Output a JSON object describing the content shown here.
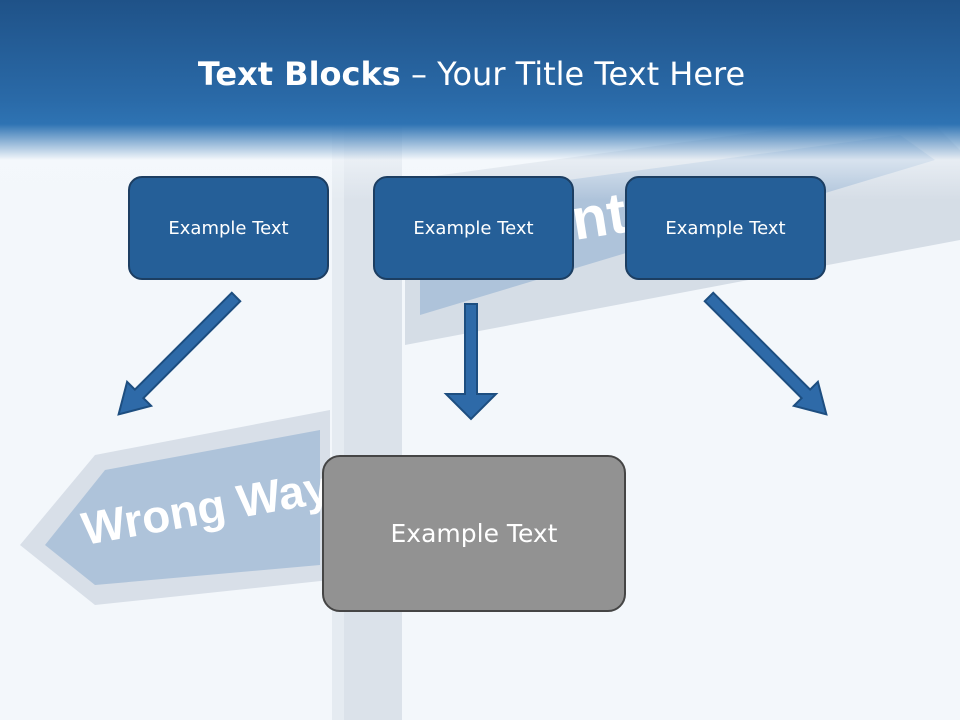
{
  "slide": {
    "title_bold": "Text Blocks",
    "title_rest": " – Your Title Text Here",
    "boxes": {
      "left": "Example Text",
      "center": "Example Text",
      "right": "Example Text",
      "bottom": "Example Text"
    },
    "background_sign": {
      "wrong_way": "Wrong Way",
      "right_way": "nt Way"
    }
  },
  "colors": {
    "header": "#2a6aa8",
    "box_blue": "#255f98",
    "box_border": "#1c3e62",
    "box_gray": "#929292",
    "arrow": "#2e6aa8"
  }
}
